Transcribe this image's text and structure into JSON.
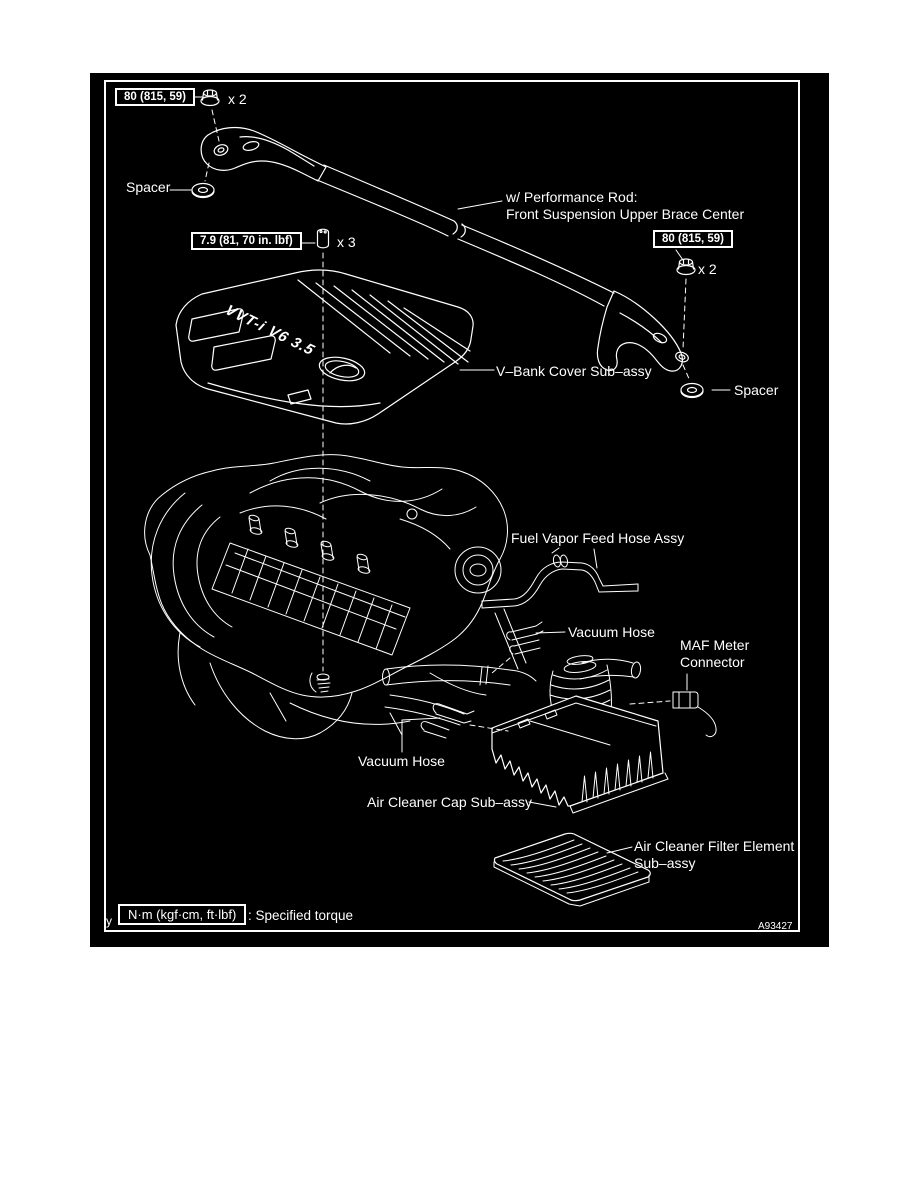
{
  "figure": {
    "id": "A93427",
    "corner_mark": "y"
  },
  "colors": {
    "page_bg": "#ffffff",
    "diagram_bg": "#000000",
    "ink": "#ffffff"
  },
  "torque_specs": {
    "brace_left": {
      "value": "80 (815, 59)",
      "count": "x 2"
    },
    "brace_right": {
      "value": "80 (815, 59)",
      "count": "x 2"
    },
    "cover_bolts": {
      "value": "7.9 (81, 70 in. lbf)",
      "count": "x 3"
    }
  },
  "labels": {
    "spacer_left": "Spacer",
    "spacer_right": "Spacer",
    "performance_rod_line1": "w/ Performance Rod:",
    "performance_rod_line2": "Front Suspension Upper Brace Center",
    "vbank_cover": "V–Bank Cover Sub–assy",
    "fuel_vapor_hose": "Fuel Vapor Feed Hose Assy",
    "vacuum_hose_upper": "Vacuum Hose",
    "maf_meter_line1": "MAF Meter",
    "maf_meter_line2": "Connector",
    "vacuum_hose_lower": "Vacuum Hose",
    "air_cleaner_cap": "Air Cleaner Cap Sub–assy",
    "air_filter_line1": "Air Cleaner Filter Element",
    "air_filter_line2": "Sub–assy",
    "engine_cover_badge": "VVT-i V6 3.5"
  },
  "legend": {
    "unit_box": "N·m (kgf·cm, ft·lbf)",
    "description": ": Specified torque"
  }
}
